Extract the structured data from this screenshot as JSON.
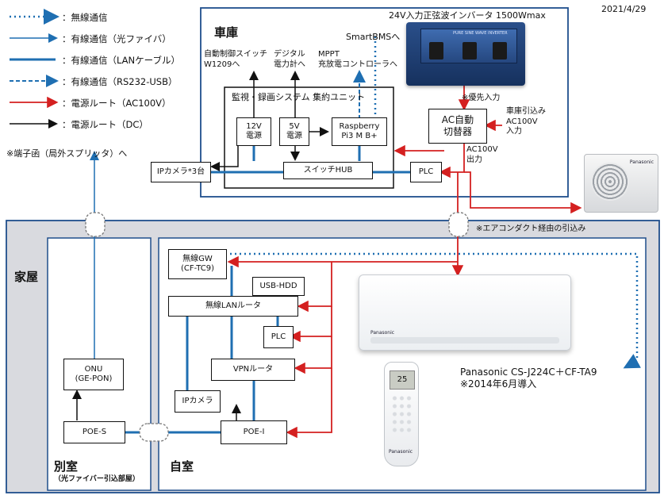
{
  "date": "2021/4/29",
  "legend": [
    {
      "label": "：無線通信"
    },
    {
      "label": "：有線通信（光ファイバ）"
    },
    {
      "label": "：有線通信（LANケーブル）"
    },
    {
      "label": "：有線通信（RS232-USB）"
    },
    {
      "label": "：電源ルート（AC100V）"
    },
    {
      "label": "：電源ルート（DC）"
    }
  ],
  "colors": {
    "blue": "#1f6fb2",
    "red": "#d42020",
    "black": "#111111",
    "area_bg": "#d9dadf",
    "frame": "#1f4e8c"
  },
  "garage": {
    "title": "車庫",
    "inverter_label": "24V入力正弦波インバータ 1500Wmax",
    "unit_title": "監視・録画システム 集約ユニット",
    "auto_switch_dest": "自動制御スイッチ\nW1209へ",
    "meter_dest": "デジタル\n電力計へ",
    "mppt_dest": "MPPT\n充放電コントローラへ",
    "smartbms_dest": "SmartBMSへ",
    "psu12": "12V\n電源",
    "psu5": "5V\n電源",
    "raspberry": "Raspberry\nPi3 M B+",
    "switch_hub": "スイッチHUB",
    "ipcam3": "IPカメラ*3台",
    "plc": "PLC",
    "ac_switch": "AC自動\n切替器",
    "priority_input": "※優先入力",
    "garage_input": "車庫引込み\nAC100V\n入力",
    "ac_output": "AC100V\n出力",
    "terminal_box": "※端子函（局外スプリッタ）へ"
  },
  "house": {
    "title": "家屋",
    "aircon_note": "※エアコンダクト経由の引込み",
    "annex": {
      "title": "別室",
      "subtitle": "（光ファイバー引込部屋）",
      "onu": "ONU\n(GE-PON)",
      "poe_s": "POE-S"
    },
    "my_room": {
      "title": "自室",
      "wireless_gw": "無線GW\n(CF-TC9)",
      "usb_hdd": "USB-HDD",
      "wireless_router": "無線LANルータ",
      "plc": "PLC",
      "vpn_router": "VPNルータ",
      "ipcam": "IPカメラ",
      "poe_i": "POE-I",
      "aircon_model": "Panasonic CS-J224C＋CF-TA9\n※2014年6月導入"
    }
  },
  "devices": {
    "ac_brand": "Panasonic",
    "remote_display": "25",
    "inverter_brand": "PURE SINE WAVE INVERTER"
  }
}
